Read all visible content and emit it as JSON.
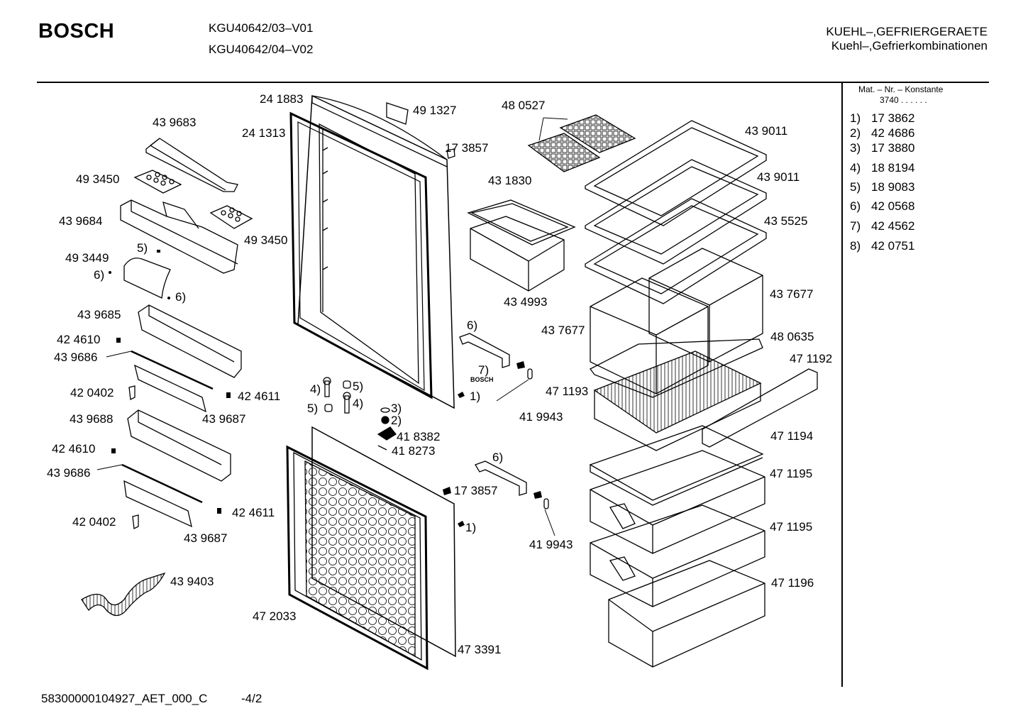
{
  "header": {
    "brand": "BOSCH",
    "models": [
      "KGU40642/03–V01",
      "KGU40642/04–V02"
    ],
    "category_1": "KUEHL–,GEFRIERGERAETE",
    "category_2": "Kuehl–,Gefrierkombinationen"
  },
  "legend": {
    "title": "Mat. – Nr. – Konstante",
    "constant": "3740 . . . . . .",
    "items": [
      {
        "key": "1)",
        "value": "17 3862"
      },
      {
        "key": "2)",
        "value": "42 4686"
      },
      {
        "key": "3)",
        "value": "17 3880"
      },
      {
        "key": "4)",
        "value": "18 8194"
      },
      {
        "key": "5)",
        "value": "18 9083"
      },
      {
        "key": "6)",
        "value": "42 0568"
      },
      {
        "key": "7)",
        "value": "42 4562"
      },
      {
        "key": "8)",
        "value": "42 0751"
      }
    ]
  },
  "labels": [
    "43 9683",
    "49 3450",
    "43 9684",
    "49 3449",
    "5)",
    "6)",
    "6)",
    "43 9685",
    "42 4610",
    "43 9686",
    "42 0402",
    "42 4611",
    "43 9688",
    "43 9687",
    "42 4610",
    "43 9686",
    "42 0402",
    "42 4611",
    "43 9687",
    "43 9403",
    "24 1883",
    "24 1313",
    "49 3450",
    "49 1327",
    "17 3857",
    "48 0527",
    "43 1830",
    "43 4993",
    "43 9011",
    "43 9011",
    "43 5525",
    "43 7677",
    "43 7677",
    "48 0635",
    "47 1192",
    "47 1193",
    "6)",
    "7)",
    "BOSCH",
    "1)",
    "41 9943",
    "4)",
    "5)",
    "5)",
    "4)",
    "3)",
    "2)",
    "41 8382",
    "41 8273",
    "6)",
    "17 3857",
    "1)",
    "41 9943",
    "47 2033",
    "47 3391",
    "47 1194",
    "47 1195",
    "47 1195",
    "47 1196"
  ],
  "footer": {
    "doc_id": "58300000104927_AET_000_C",
    "page": "-4/2"
  }
}
